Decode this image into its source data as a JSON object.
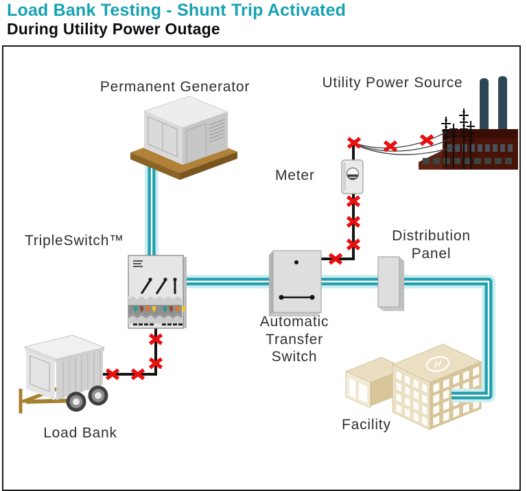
{
  "header": {
    "title": "Load Bank Testing - Shunt Trip Activated",
    "subtitle": "During Utility Power Outage"
  },
  "diagram": {
    "labels": {
      "permanent_generator": "Permanent Generator",
      "utility_power_source": "Utility Power Source",
      "meter": "Meter",
      "triple_switch": "TripleSwitch™",
      "distribution_panel": "Distribution Panel",
      "automatic_transfer_switch": "Automatic Transfer Switch",
      "load_bank": "Load Bank",
      "facility": "Facility",
      "helipad": "H"
    },
    "colors": {
      "title_accent": "#17a2b3",
      "active_path_teal": "#1f9fae",
      "active_path_core": "#ffffff",
      "inactive_path_black": "#141414",
      "outage_x_red": "#e80f0f",
      "facility_tan": "#d9c59a",
      "factory_maroon": "#4a130a",
      "chimney_slate": "#2d4656",
      "wood_brown": "#a5802f",
      "equipment_gray": "#dedede"
    }
  }
}
